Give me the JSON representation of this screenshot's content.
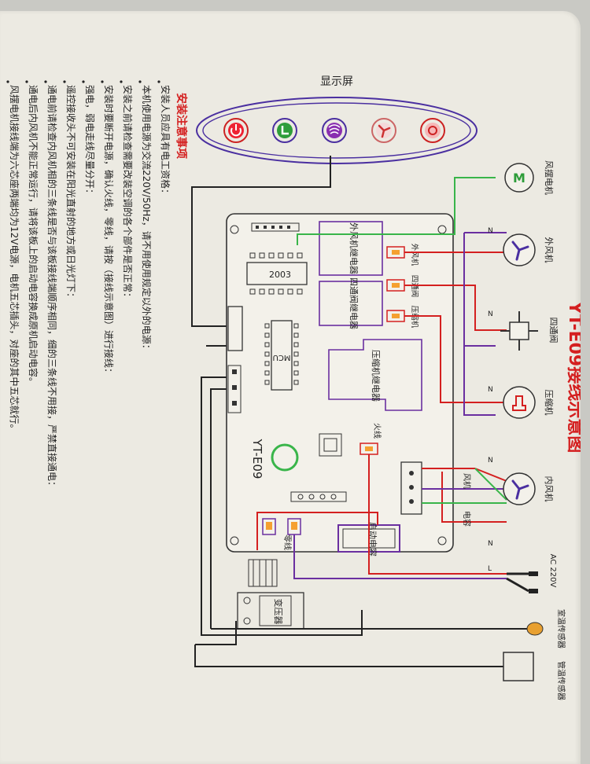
{
  "title": "YT-E09接线示意图",
  "display_label": "显示屏",
  "board_label": "YT-E09",
  "chip_2003": "2003",
  "chip_mcu": "MCU",
  "relays": {
    "outer_fan": "外风机继电器",
    "four_way": "四通阀继电器",
    "compressor": "压缩机继电器"
  },
  "terminals": {
    "outer_fan": "外风机",
    "four_way": "四通阀",
    "compressor": "压缩机",
    "live": "火线",
    "neutral": "零线",
    "fan": "风机",
    "capacitor": "电容"
  },
  "start_cap": "启动电容",
  "transformer": "变压器",
  "components": {
    "swing_motor": "风摆电机",
    "outer_fan": "外风机",
    "four_way": "四通阀",
    "compressor": "压缩机",
    "inner_fan": "内风机",
    "ac": "AC 220V",
    "room_sensor": "室温传感器",
    "pipe_sensor": "管温传感器"
  },
  "n_marks": [
    "N",
    "N",
    "N",
    "N",
    "N",
    "L"
  ],
  "notes_title": "安装注意事项",
  "notes": [
    "安装人员应具有电工资格：",
    "本机使用电源为交流220V/50Hz，请不用使用规定以外的电源：",
    "安装之前请检查需要改装空调的各个部件是否正常：",
    "安装时要断开电源，确认火线，零线，请按（接线示意图）进行接线：",
    "强电，弱电走线尽量分开：",
    "遥控接收头不可安装在阳光直射的地方或日光灯下：",
    "通电前请检查内风机相的三条线是否与该板接线端顺序相同，细的三条线不用接，严禁直接通电：",
    "通电后内风机不能正常运行，请将该板上的启动电容换成原机启动电容。",
    "风摆电机接线端为六芯座两端均为12V电源，电机五芯插头，对座的其中五芯就行。"
  ],
  "colors": {
    "wire_red": "#d42020",
    "wire_purple": "#6a2fa0",
    "wire_green": "#39b54a",
    "wire_black": "#222222",
    "ellipse": "#4a2fa0",
    "title": "#d42020"
  },
  "buttons": [
    "power-icon",
    "timer-icon",
    "swing-icon",
    "fan-icon",
    "mode-icon"
  ]
}
